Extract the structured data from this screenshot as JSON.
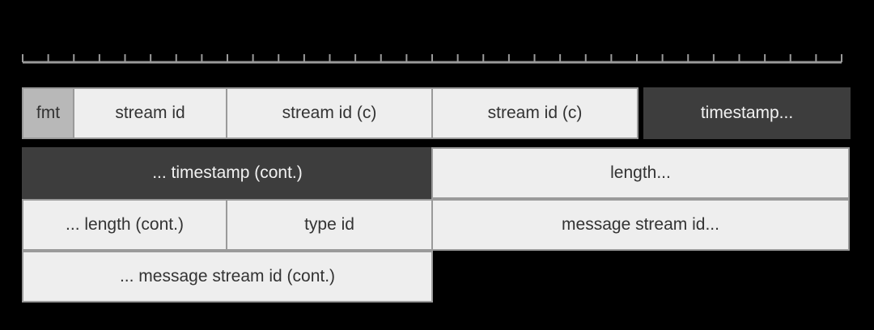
{
  "diagram": {
    "colors": {
      "background": "#000000",
      "light_field": "#eeeeee",
      "mid_field": "#b8b8b8",
      "dark_field": "#3d3d3d",
      "border": "#9a9a9a",
      "ruler": "#9a9a9a"
    },
    "rows": [
      [
        {
          "label": "fmt",
          "style": "mid"
        },
        {
          "label": "stream id",
          "style": "light"
        },
        {
          "label": "stream id (c)",
          "style": "light"
        },
        {
          "label": "stream id (c)",
          "style": "light"
        },
        {
          "label": "timestamp...",
          "style": "dark"
        }
      ],
      [
        {
          "label": "... timestamp (cont.)",
          "style": "dark"
        },
        {
          "label": "length...",
          "style": "light"
        }
      ],
      [
        {
          "label": "... length (cont.)",
          "style": "light"
        },
        {
          "label": "type id",
          "style": "light"
        },
        {
          "label": "message stream id...",
          "style": "light"
        }
      ],
      [
        {
          "label": "... message stream id (cont.)",
          "style": "light"
        }
      ]
    ]
  }
}
